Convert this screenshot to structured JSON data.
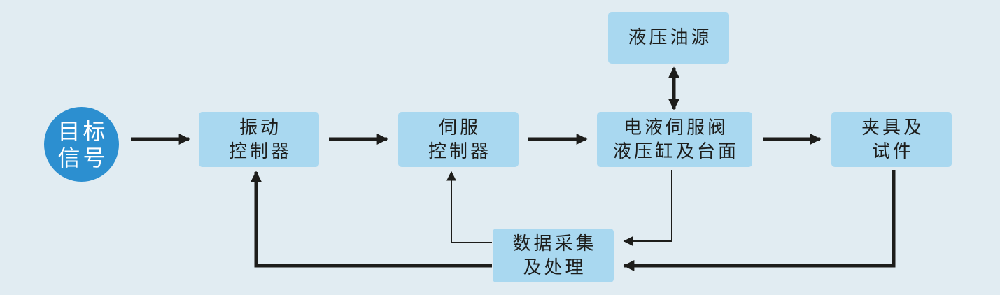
{
  "nodes": {
    "target_signal": {
      "line1": "目标",
      "line2": "信号"
    },
    "vibration_controller": {
      "line1": "振动",
      "line2": "控制器"
    },
    "servo_controller": {
      "line1": "伺服",
      "line2": "控制器"
    },
    "servo_valve_table": {
      "line1": "电液伺服阀",
      "line2": "液压缸及台面"
    },
    "fixture_specimen": {
      "line1": "夹具及",
      "line2": "试件"
    },
    "hydraulic_source": {
      "line1": "液压油源"
    },
    "data_acquisition": {
      "line1": "数据采集",
      "line2": "及处理"
    }
  },
  "colors": {
    "background": "#e1ecf2",
    "box_fill": "#a9d8f0",
    "circle_fill": "#2c8fd0",
    "arrow": "#1d1d1b"
  }
}
